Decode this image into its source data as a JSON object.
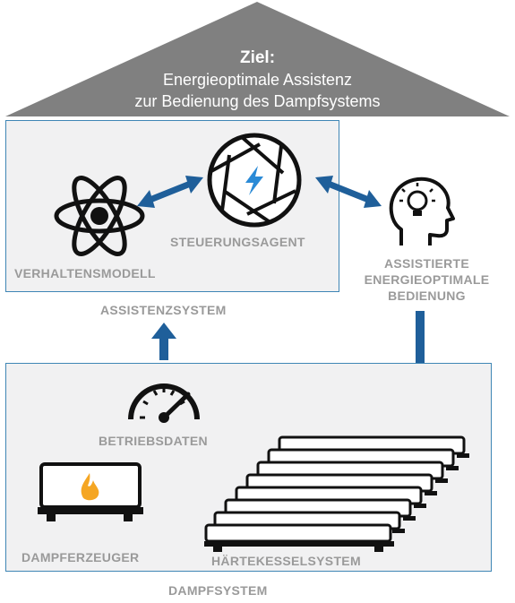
{
  "roof": {
    "title": "Ziel:",
    "line1": "Energieoptimale Assistenz",
    "line2": "zur Bedienung des Dampfsystems"
  },
  "labels": {
    "verhaltensmodell": "VERHALTENSMODELL",
    "steuerungsagent": "STEUERUNGSAGENT",
    "assistenzsystem": "ASSISTENZSYSTEM",
    "assistierte_1": "ASSISTIERTE",
    "assistierte_2": "ENERGIEOPTIMALE",
    "assistierte_3": "BEDIENUNG",
    "betriebsdaten": "BETRIEBSDATEN",
    "dampferzeuger": "DAMPFERZEUGER",
    "haertekesselsystem": "HÄRTEKESSELSYSTEM",
    "dampfsystem": "DAMPFSYSTEM"
  },
  "icons": {
    "atom": "atom-icon",
    "aperture": "aperture-lightning-icon",
    "head": "head-lightbulb-icon",
    "gauge": "speedometer-icon",
    "boiler": "steam-generator-icon",
    "kettles": "hardening-kettle-icon"
  },
  "colors": {
    "roof": "#7f7f7f",
    "panel_border": "#3f86b5",
    "arrow": "#1f5f9a",
    "label": "#9a9a9a",
    "flame": "#f5a623"
  }
}
